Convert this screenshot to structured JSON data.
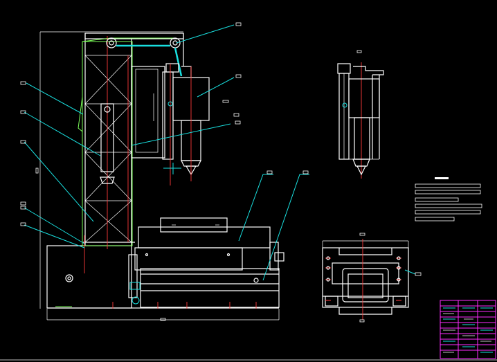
{
  "drawing": {
    "colors": {
      "background": "#000000",
      "outline": "#ffffff",
      "leader": "#19e0e0",
      "frame": "#7dff5a",
      "centerline": "#ff3b3b",
      "title_block": "#ff2bff"
    },
    "views": [
      "front-view",
      "side-view",
      "top-view"
    ],
    "balloon_count": 12,
    "technical_notes_lines": 6,
    "title_block_rows": 10
  }
}
